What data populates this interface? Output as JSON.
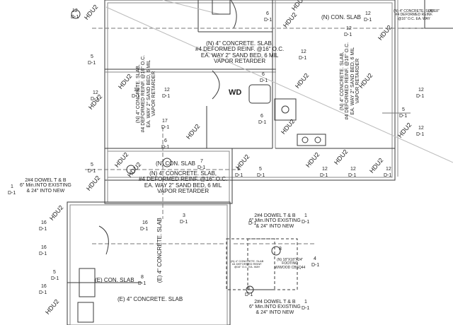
{
  "tags": {
    "hdu2": "HDU2",
    "wd": "WD"
  },
  "callout_labels": {
    "a1": "12",
    "a1b": "D-1",
    "a2": "5",
    "a2b": "D-1",
    "a3": "6",
    "a3b": "D-1",
    "a4": "12",
    "a4b": "D-1",
    "a5": "1",
    "a5b": "D-1",
    "a6": "3",
    "a6b": "D-1",
    "a7": "8",
    "a7b": "D-1",
    "a8": "17",
    "a8b": "D-1",
    "a9": "7",
    "a9b": "D-1",
    "a10": "16",
    "a10b": "D-1",
    "a11": "4",
    "a11b": "D-1"
  },
  "notes": {
    "slab_top": "(N) 4\" CONCRETE. SLAB,\n#4 DEFORMED REINF. @16\" O.C.\nEA. WAY 2\" SAND BED, 6 MIL\nVAPOR RETARDER",
    "slab_mid": "(N) 4\" CONCRETE. SLAB,\n#4 DEFORMED REINF. @16\" O.C.\nEA. WAY 2\" SAND BED, 6 MIL\nVAPOR RETARDER",
    "slab_vert_left": "(N) 4\" CONCRETE. SLAB,\n#4 DEFORMED REINF. @16\" O.C.\nEA. WAY 2\" SAND BED, 6 MIL\nVAPOR RETARDER",
    "slab_vert_right": "(N) 4\" CONCRETE. SLAB,\n#4 DEFORMED REINF. @16\" O.C.\nEA. WAY 2\" SAND BED, 6 MIL\nVAPOR RETARDER",
    "con_slab_n1": "(N) CON. SLAB",
    "con_slab_n2": "(N) CON. SLAB",
    "con_slab_e": "(E) CON. SLAB",
    "e_concrete_vert": "(E) 4\" CONCRETE. SLAB",
    "e_concrete_horiz": "(E) 4\" CONCRETE. SLAB",
    "dowel_left": "2#4 DOWEL T & B\n6\" Min.INTO EXISTING\n& 24\" INTO NEW",
    "dowel_right_top": "2#4 DOWEL T & B\n6\" Min.INTO EXISTING\n& 24\" INTO NEW",
    "dowel_right_bottom": "2#4 DOWEL T & B\n6\" Min.INTO EXISTING\n& 24\" INTO NEW",
    "footing": "(N) 18\"X18\"X24\"\nFOOTING\nW/WOOD CBSQ44",
    "footing_slab": "(N) 4\" CONCRETE. SLAB\n#4 DEFORMED REINF.\n@16\" O.C. EA. WAY",
    "corner_top_right": "(N) 4\" CONCRETE. SLAB\n#4 DEFORMED REINF.\n@16\" O.C. EA. WAY",
    "corner_small": "(N) 18\""
  }
}
